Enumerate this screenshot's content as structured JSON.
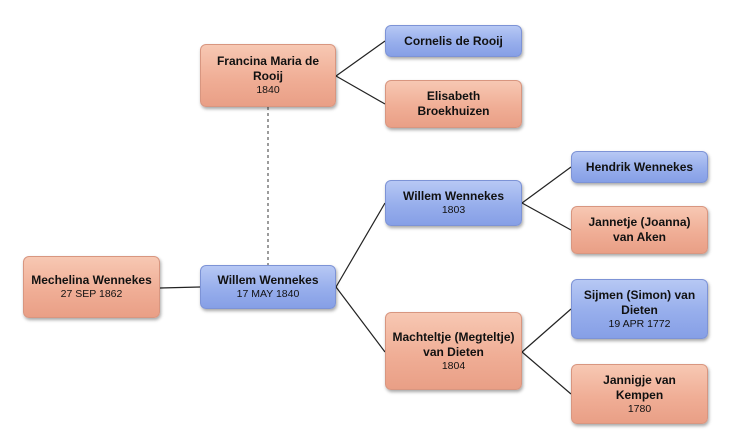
{
  "people": {
    "mechelina": {
      "name": "Mechelina Wennekes",
      "date": "27 SEP 1862"
    },
    "willem_1840": {
      "name": "Willem Wennekes",
      "date": "17 MAY 1840"
    },
    "francina": {
      "name": "Francina Maria de Rooij",
      "date": "1840"
    },
    "cornelis": {
      "name": "Cornelis de Rooij",
      "date": ""
    },
    "elisabeth": {
      "name": "Elisabeth Broekhuizen",
      "date": ""
    },
    "willem_1803": {
      "name": "Willem Wennekes",
      "date": "1803"
    },
    "machteltje": {
      "name": "Machteltje (Megteltje) van Dieten",
      "date": "1804"
    },
    "hendrik": {
      "name": "Hendrik Wennekes",
      "date": ""
    },
    "jannetje": {
      "name": "Jannetje (Joanna) van Aken",
      "date": ""
    },
    "sijmen": {
      "name": "Sijmen (Simon) van Dieten",
      "date": "19 APR 1772"
    },
    "jannigje": {
      "name": "Jannigje van Kempen",
      "date": "1780"
    }
  },
  "colors": {
    "female": "#f0ae96",
    "male": "#97aeec",
    "line": "#222222"
  }
}
